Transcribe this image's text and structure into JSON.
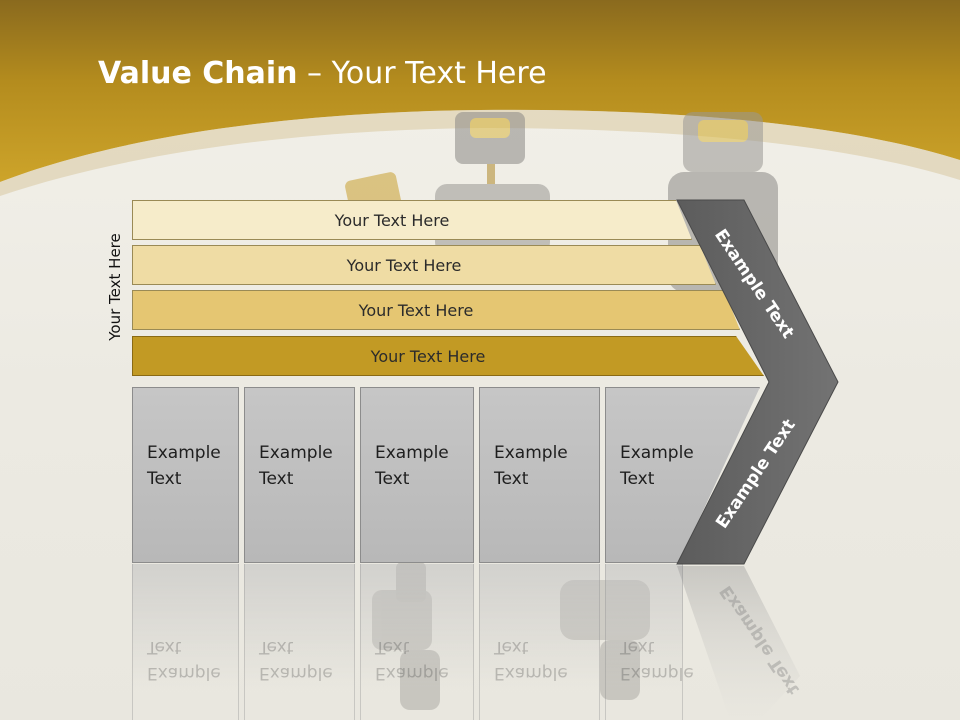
{
  "slide": {
    "title_bold": "Value Chain",
    "title_rest": " – Your Text Here",
    "side_label": "Your Text Here",
    "bands": [
      "Your Text Here",
      "Your Text Here",
      "Your Text Here",
      "Your Text Here"
    ],
    "boxes": [
      "Example Text",
      "Example Text",
      "Example Text",
      "Example Text",
      "Example Text"
    ],
    "chevron_upper": "Example Text",
    "chevron_lower": "Example Text"
  },
  "colors": {
    "header_gold": "#c49a1c",
    "band_dark": "#c29a24",
    "chevron_gray": "#6a6a6a",
    "box_gray": "#bdbdbd"
  }
}
